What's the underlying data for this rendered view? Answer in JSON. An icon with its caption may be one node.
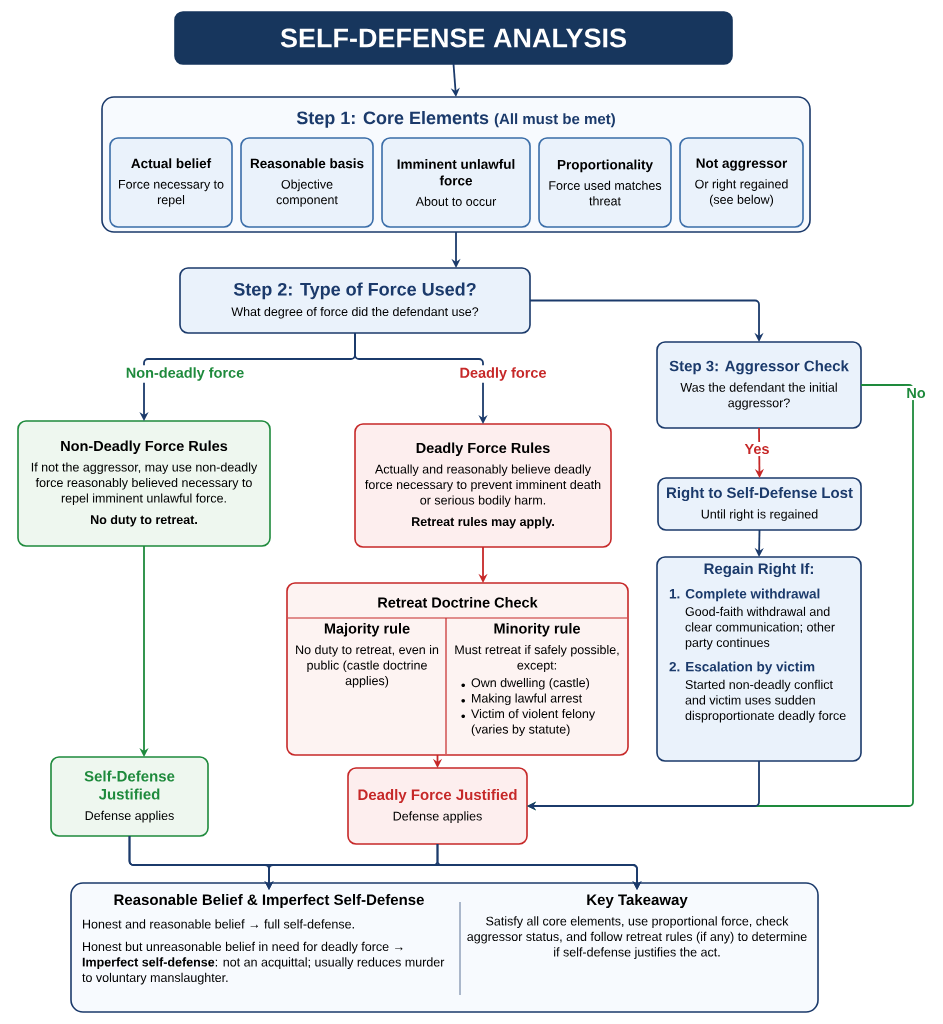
{
  "diagram": {
    "nodes": [
      {
        "text": [
          "SELF-DEFENSE ANALYSIS"
        ]
      },
      {
        "text": [
          "Step 1: Core Elements",
          "(All must be met)"
        ]
      },
      {
        "text": [
          "Actual belief",
          "Force necessary to repel"
        ],
        "in": 1
      },
      {
        "text": [
          "Reasonable basis",
          "Objective component"
        ],
        "in": 1
      },
      {
        "text": [
          "Imminent unlawful force",
          "About to occur"
        ],
        "in": 1
      },
      {
        "text": [
          "Proportionality",
          "Force used matches threat"
        ],
        "in": 1
      },
      {
        "text": [
          "Not aggressor",
          "Or right regained (see below)"
        ],
        "in": 1
      },
      {
        "text": [
          "Step 2: Type of Force Used?",
          "What degree of force did the defendant use?"
        ]
      },
      {
        "text": [
          "Non-Deadly Force Rules",
          "If not the aggressor, may use non-deadly force reasonably believed necessary to repel imminent unlawful force.",
          "No duty to retreat."
        ]
      },
      {
        "text": [
          "Deadly Force Rules",
          "Actually and reasonably believe deadly force necessary to prevent imminent death or serious bodily harm.",
          "Retreat rules may apply."
        ]
      },
      {
        "text": [
          "Step 3: Aggressor Check",
          "Was the defendant the initial aggressor?"
        ]
      },
      {
        "text": [
          "Right to Self-Defense Lost",
          "Until right is regained"
        ]
      },
      {
        "text": [
          "Retreat Doctrine Check"
        ]
      },
      {
        "text": [
          "Majority rule",
          "No duty to retreat, even in public (castle doctrine applies)"
        ],
        "in": 12
      },
      {
        "text": [
          "Minority rule",
          "Must retreat if safely possible, except:",
          "Own dwelling (castle)",
          "Making lawful arrest",
          "Victim of violent felony (varies by statute)"
        ],
        "in": 12
      },
      {
        "text": [
          "Regain Right If:",
          "1. Complete withdrawal",
          "Good-faith withdrawal and clear communication; other party continues",
          "2. Escalation by victim",
          "Started non-deadly conflict and victim uses sudden disproportionate deadly force"
        ]
      },
      {
        "text": [
          "Self-Defense Justified",
          "Defense applies"
        ]
      },
      {
        "text": [
          "Deadly Force Justified",
          "Defense applies"
        ]
      },
      {
        "text": [],
        "shape": "box"
      },
      {
        "text": [
          "Reasonable Belief & Imperfect Self-Defense",
          "Honest and reasonable belief → full self-defense.",
          "Honest but unreasonable belief in need for deadly force → **Imperfect self-defense**: not an acquittal; usually reduces murder to voluntary manslaughter."
        ],
        "in": 18
      },
      {
        "text": [
          "Key Takeaway",
          "Satisfy all core elements, use proportional force, check aggressor status, and follow retreat rules (if any) to determine if self-defense justifies the act."
        ],
        "in": 18
      }
    ],
    "edges": [
      {
        "from": 0,
        "to": 1,
        "arrow": "to"
      },
      {
        "from": 1,
        "to": 7,
        "arrow": "to"
      },
      {
        "from": 7,
        "to": 8,
        "arrow": "to",
        "label": "Non-deadly force"
      },
      {
        "from": 7,
        "to": 9,
        "arrow": "to",
        "label": "Deadly force"
      },
      {
        "from": 7,
        "to": 10,
        "arrow": "to"
      },
      {
        "from": 10,
        "to": 11,
        "arrow": "to",
        "label": "Yes",
        "color": "#c62828"
      },
      {
        "from": 10,
        "to": 17,
        "arrow": "to",
        "label": "No",
        "color": "#1e8a3c"
      },
      {
        "from": 11,
        "to": 15,
        "arrow": "to"
      },
      {
        "from": 15,
        "to": 17,
        "arrow": "to"
      },
      {
        "from": 8,
        "to": 16,
        "arrow": "to",
        "color": "#1e8a3c"
      },
      {
        "from": 9,
        "to": 12,
        "arrow": "to",
        "color": "#c62828"
      },
      {
        "from": 12,
        "to": 17,
        "arrow": "to",
        "color": "#c62828"
      },
      {
        "from": 16,
        "to": 19,
        "arrow": "to"
      },
      {
        "from": 16,
        "to": 20,
        "arrow": "to"
      },
      {
        "from": 17,
        "to": 19,
        "arrow": "to"
      },
      {
        "from": 17,
        "to": 20,
        "arrow": "to"
      }
    ]
  }
}
